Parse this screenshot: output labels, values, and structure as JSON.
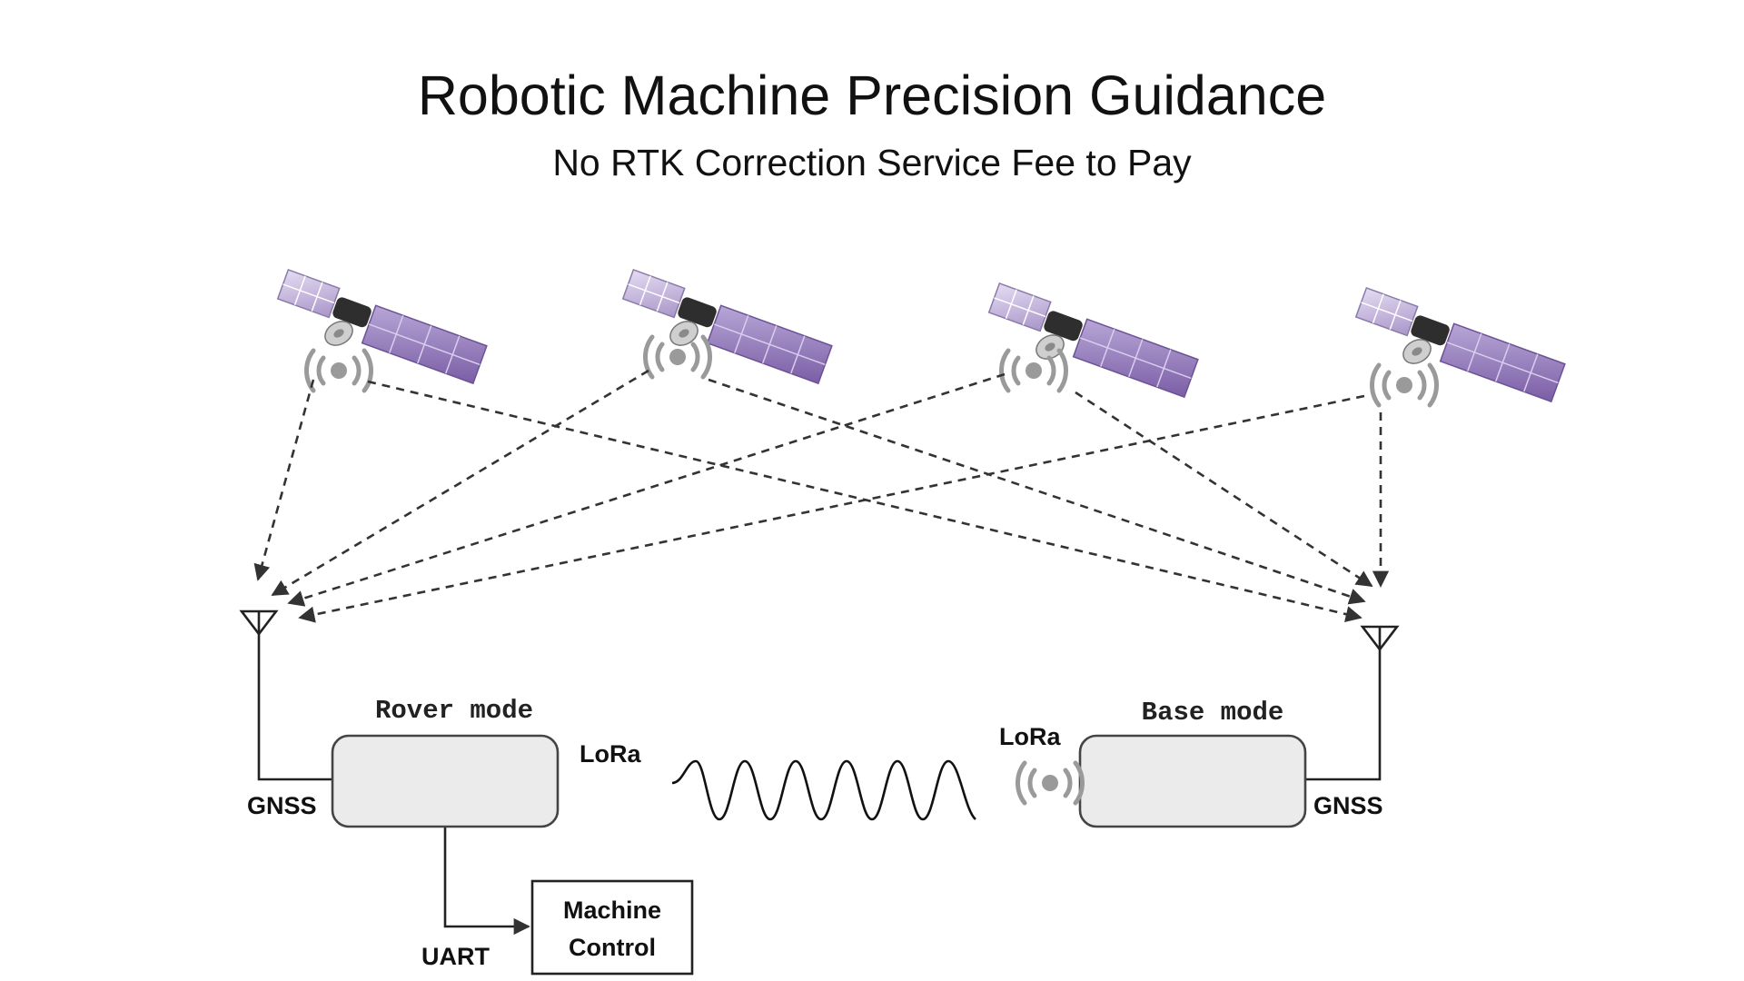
{
  "title": "Robotic Machine Precision Guidance",
  "subtitle": "No RTK Correction Service Fee to Pay",
  "labels": {
    "rover_mode": "Rover mode",
    "base_mode": "Base mode",
    "lora_left": "LoRa",
    "lora_right": "LoRa",
    "gnss_left": "GNSS",
    "gnss_right": "GNSS",
    "uart": "UART",
    "machine_control_line1": "Machine",
    "machine_control_line2": "Control"
  },
  "icons": {
    "satellite": "satellite-icon",
    "signal": "signal-broadcast-icon",
    "antenna": "antenna-icon",
    "radio_wave": "radio-wave-icon"
  },
  "colors": {
    "panel_purple": "#8a6fae",
    "panel_light": "#c8bfe0",
    "signal_gray": "#9a9a9a",
    "box_fill": "#ebebeb",
    "line": "#333333"
  }
}
